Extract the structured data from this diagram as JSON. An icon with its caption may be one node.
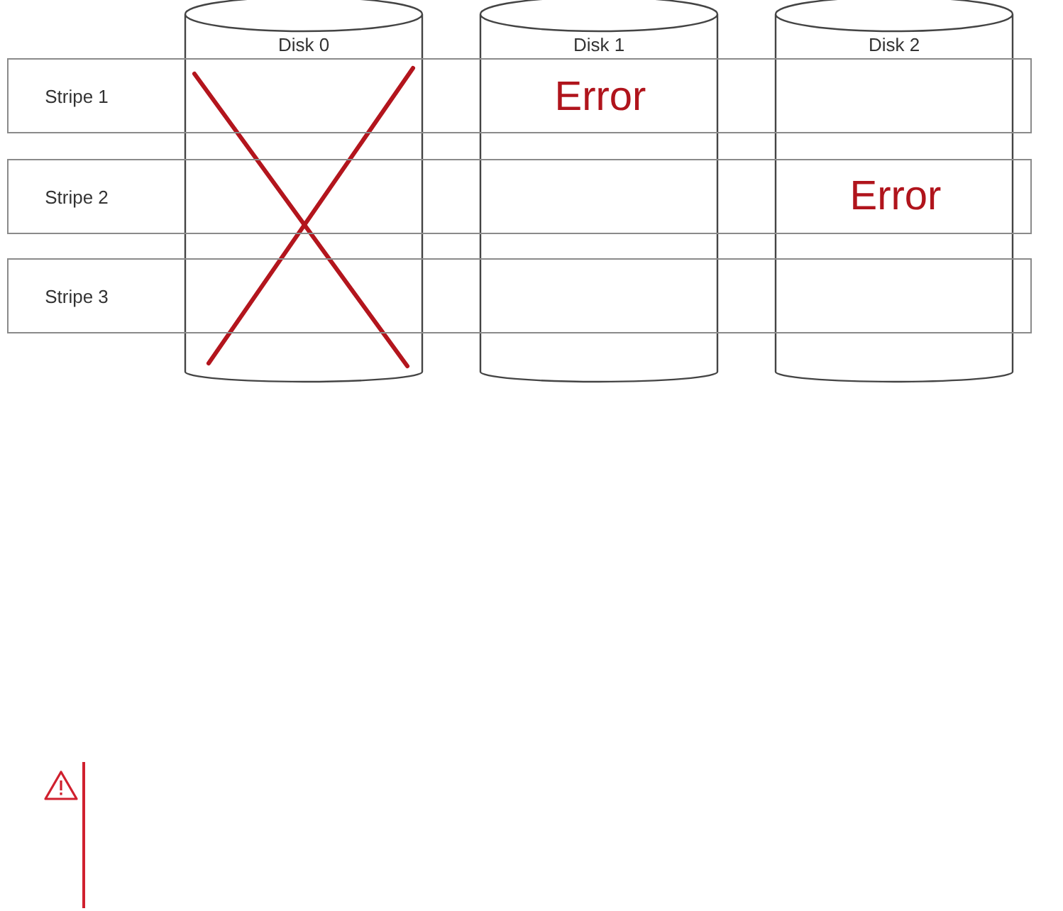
{
  "diagram": {
    "nodes": [
      {
        "text": [
          "Disk 0"
        ]
      },
      {
        "text": [
          "Disk 1"
        ]
      },
      {
        "text": [
          "Disk 2"
        ]
      },
      {
        "text": [
          "Stripe 1"
        ]
      },
      {
        "text": [
          "Stripe 2"
        ]
      },
      {
        "text": [
          "Stripe 3"
        ]
      }
    ],
    "labels": [
      "Error",
      "Error"
    ]
  }
}
